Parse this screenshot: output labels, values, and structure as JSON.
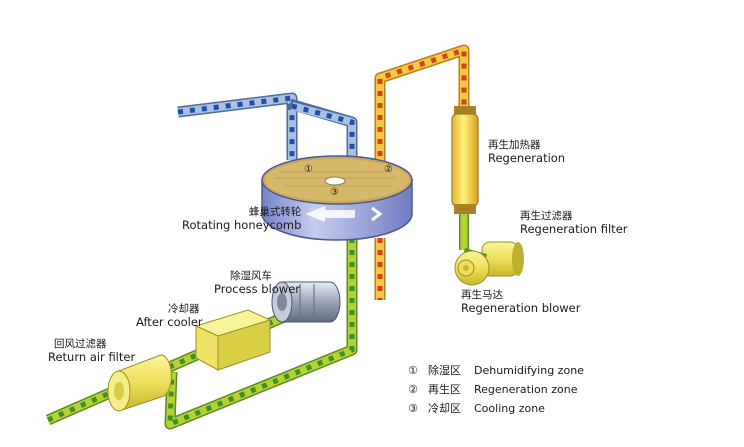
{
  "labels": {
    "heater": {
      "zh": "再生加热器",
      "en": "Regeneration"
    },
    "regen_filter": {
      "zh": "再生过滤器",
      "en": "Regeneration filter"
    },
    "wheel": {
      "zh": "蜂巢式转轮",
      "en": "Rotating honeycomb"
    },
    "process_blower": {
      "zh": "除湿风车",
      "en": "Process blower"
    },
    "regen_blower": {
      "zh": "再生马达",
      "en": "Regeneration blower"
    },
    "after_cooler": {
      "zh": "冷却器",
      "en": "After cooler"
    },
    "return_filter": {
      "zh": "回风过滤器",
      "en": "Return air filter"
    }
  },
  "wheel_markers": [
    "①",
    "②",
    "③"
  ],
  "legend": [
    {
      "num": "①",
      "zh": "除湿区",
      "en": "Dehumidifying zone"
    },
    {
      "num": "②",
      "zh": "再生区",
      "en": "Regeneration zone"
    },
    {
      "num": "③",
      "zh": "冷却区",
      "en": "Cooling zone"
    }
  ],
  "colors": {
    "dry_air_duct": "#8aa6cc",
    "dry_air_arrow": "#1f4fa8",
    "hot_air_duct": "#f5c243",
    "hot_air_arrow": "#d2431a",
    "process_duct": "#b5d233",
    "process_arrow": "#3d8f2a",
    "wheel_body": "#9aa8dc",
    "wheel_face": "#d7b86a",
    "equipment": "#f2ec74"
  }
}
